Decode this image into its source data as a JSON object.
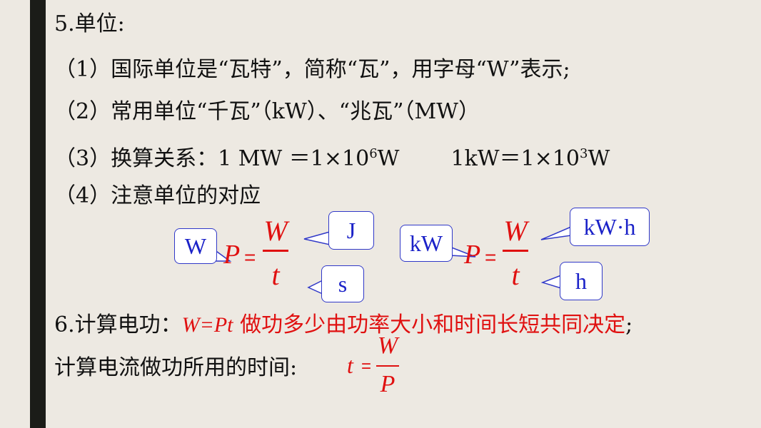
{
  "heading": "5.单位:",
  "items": [
    {
      "num": "（1）",
      "text": "国际单位是“瓦特”，简称“瓦”，用字母“W”表示;"
    },
    {
      "num": "（2）",
      "text": "常用单位“千瓦”（kW）、“兆瓦”（MW）"
    },
    {
      "num": "（3）",
      "text_a": "换算关系：1 MW ＝1×10",
      "exp_a": "6",
      "text_b": "W",
      "text_c": "1kW＝1×10",
      "exp_c": "3",
      "text_d": "W"
    },
    {
      "num": "（4）",
      "text": "注意单位的对应"
    }
  ],
  "formula_left": {
    "lhs": "P",
    "eq": "=",
    "num": "W",
    "den": "t",
    "labels": {
      "lhs": "W",
      "num": "J",
      "den": "s"
    }
  },
  "formula_right": {
    "lhs": "P",
    "eq": "=",
    "num": "W",
    "den": "t",
    "labels": {
      "lhs": "kW",
      "num": "kW·h",
      "den": "h"
    }
  },
  "section6": {
    "prefix": "6.计算电功：",
    "formula": "W=Pt",
    "desc": " 做功多少由功率大小和时间长短共同决定",
    "end": ";"
  },
  "time_line": {
    "prefix": "计算电流做功所用的时间:",
    "lhs": "t",
    "eq": "=",
    "num": "W",
    "den": "P"
  },
  "colors": {
    "accent": "#e01010",
    "callout": "#1b22c8",
    "background": "#ede9e2",
    "bar": "#1b1c18"
  }
}
